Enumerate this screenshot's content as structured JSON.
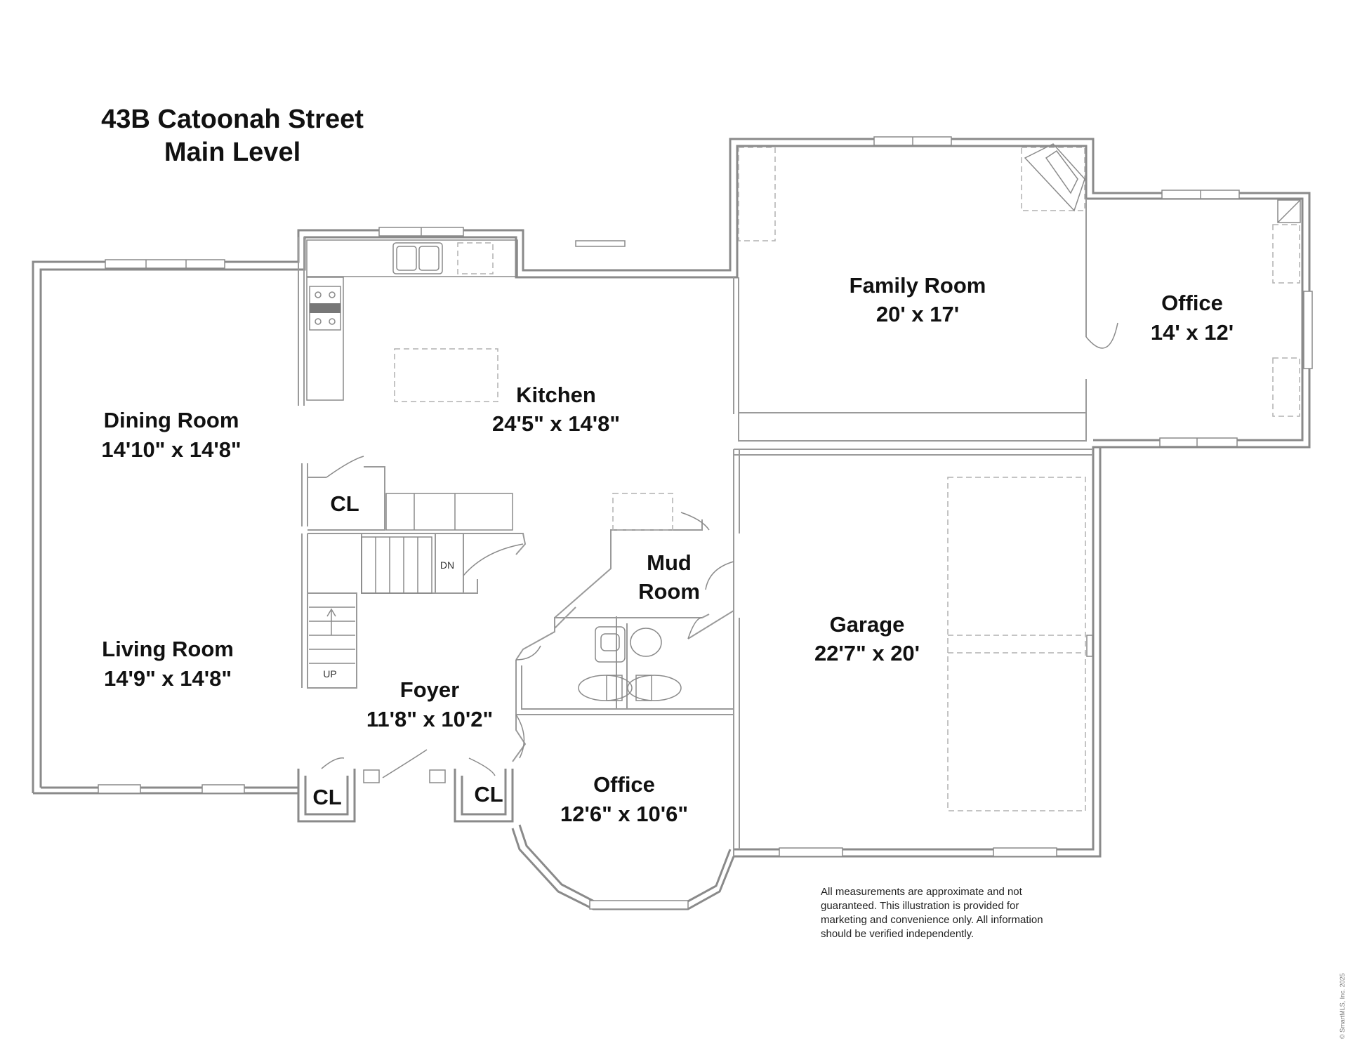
{
  "title": {
    "line1": "43B Catoonah Street",
    "line2": "Main Level"
  },
  "rooms": {
    "family_room": {
      "name": "Family Room",
      "size": "20' x 17'"
    },
    "office_east": {
      "name": "Office",
      "size": "14' x 12'"
    },
    "kitchen": {
      "name": "Kitchen",
      "size": "24'5\" x 14'8\""
    },
    "dining_room": {
      "name": "Dining Room",
      "size": "14'10\" x 14'8\""
    },
    "living_room": {
      "name": "Living Room",
      "size": "14'9\" x 14'8\""
    },
    "mud_room": {
      "name1": "Mud",
      "name2": "Room"
    },
    "garage": {
      "name": "Garage",
      "size": "22'7\" x 20'"
    },
    "foyer": {
      "name": "Foyer",
      "size": "11'8\" x 10'2\""
    },
    "office_south": {
      "name": "Office",
      "size": "12'6\" x 10'6\""
    },
    "closet_label": "CL"
  },
  "stairs": {
    "down": "DN",
    "up": "UP"
  },
  "disclaimer": {
    "line1": "All measurements are approximate and not",
    "line2": "guaranteed. This illustration is provided for",
    "line3": "marketing and convenience only. All information",
    "line4": "should be verified independently."
  },
  "copyright": "© SmartMLS, Inc. 2025"
}
